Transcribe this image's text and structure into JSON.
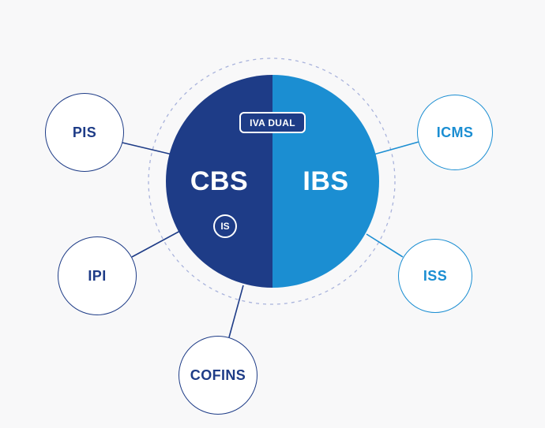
{
  "colors": {
    "navy": "#1e3c87",
    "light_blue": "#1b8ed2",
    "dashed_ring": "#a9b3dc",
    "background": "#f8f8f9",
    "white": "#ffffff"
  },
  "center": {
    "top_badge": "IVA DUAL",
    "left": {
      "label": "CBS",
      "badge": "IS"
    },
    "right": {
      "label": "IBS"
    }
  },
  "satellites": [
    {
      "id": "pis",
      "label": "PIS",
      "side": "left"
    },
    {
      "id": "icms",
      "label": "ICMS",
      "side": "right"
    },
    {
      "id": "ipi",
      "label": "IPI",
      "side": "left"
    },
    {
      "id": "iss",
      "label": "ISS",
      "side": "right"
    },
    {
      "id": "cofins",
      "label": "COFINS",
      "side": "left"
    }
  ]
}
